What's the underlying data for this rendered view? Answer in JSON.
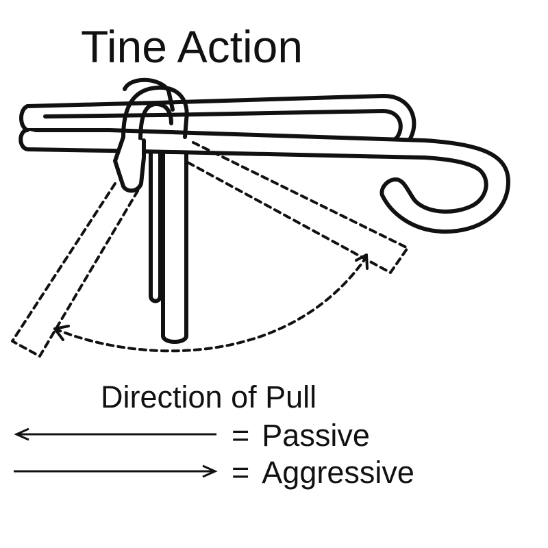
{
  "title": "Tine Action",
  "legend": {
    "heading": "Direction of Pull",
    "equals_sign": "=",
    "passive": {
      "label": "Passive",
      "direction": "left"
    },
    "aggressive": {
      "label": "Aggressive",
      "direction": "right"
    }
  },
  "colors": {
    "stroke": "#111111",
    "background": "#ffffff"
  }
}
